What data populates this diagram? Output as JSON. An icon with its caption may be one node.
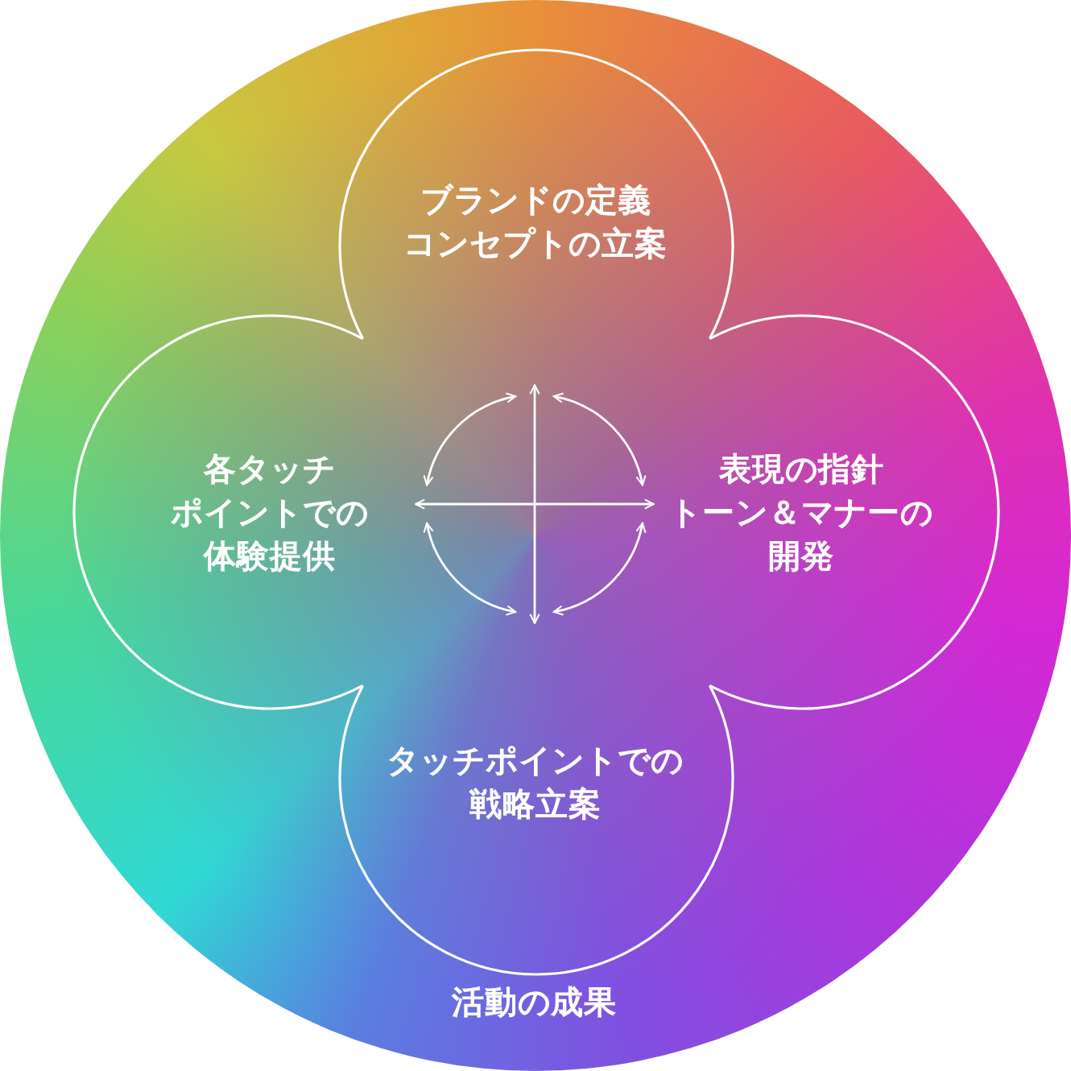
{
  "diagram": {
    "nodes": [
      {
        "text": [
          "活動の成果"
        ]
      },
      {
        "text": [
          "ブランドの定義コンセプトの立案"
        ],
        "in": 0
      },
      {
        "text": [
          "各タッチポイントでの体験提供"
        ],
        "in": 0
      },
      {
        "text": [
          "表現の指針トーン＆マナーの開発"
        ],
        "in": 0
      },
      {
        "text": [
          "タッチポイントでの戦略立案"
        ],
        "in": 0
      }
    ],
    "edges": [
      {
        "from": 2,
        "to": 3,
        "arrow": "both"
      },
      {
        "from": 1,
        "to": 4,
        "arrow": "both"
      },
      {
        "from": 1,
        "to": 3,
        "arrow": "both"
      },
      {
        "from": 3,
        "to": 4,
        "arrow": "both"
      },
      {
        "from": 4,
        "to": 2,
        "arrow": "both"
      },
      {
        "from": 2,
        "to": 1,
        "arrow": "both"
      }
    ]
  }
}
